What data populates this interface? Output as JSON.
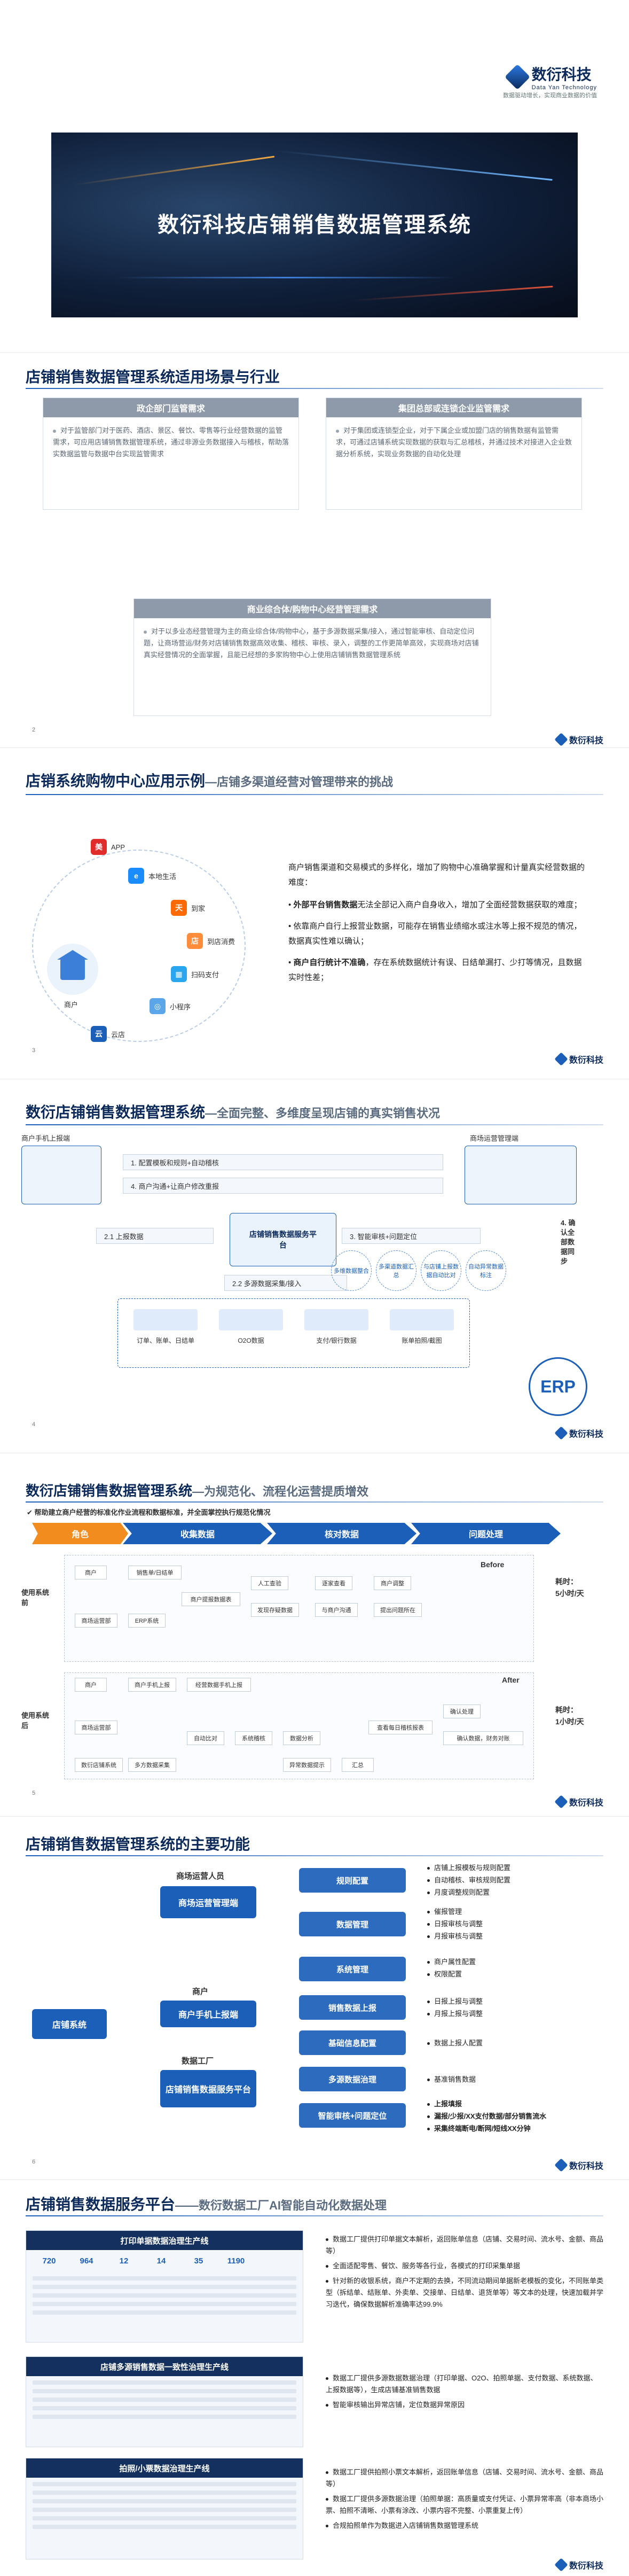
{
  "brand": {
    "name": "数衍科技",
    "en": "Data Yan Technology",
    "slogan": "数据驱动增长，实现商业数据的价值",
    "footer_name": "数衍科技"
  },
  "cover": {
    "title": "数衍科技店铺销售数据管理系统"
  },
  "s2": {
    "title": "店铺销售数据管理系统适用场景与行业",
    "page": "2",
    "cards": [
      {
        "head": "政企部门监管需求",
        "body": "对于监管部门对于医药、酒店、景区、餐饮、零售等行业经营数据的监管需求，可应用店铺销售数据管理系统，通过非源业务数据接入与稽核，帮助落实数据监管与数据中台实现监管需求"
      },
      {
        "head": "集团总部或连锁企业监管需求",
        "body": "对于集团或连锁型企业，对于下属企业或加盟门店的销售数据有监管需求，可通过店铺系统实现数据的获取与汇总稽核，并通过技术对接进入企业数据分析系统，实现业务数据的自动化处理"
      },
      {
        "head": "商业综合体/购物中心经营管理需求",
        "body": "对于以多业态经营管理为主的商业综合体/购物中心，基于多源数据采集/接入，通过智能审核、自动定位问题，让商场营运/财务对店铺销售数据高效收集、稽核、审核、录入，调整的工作更简单高效，实现商场对店铺真实经营情况的全面掌握，且能已经想的多家购物中心上使用店铺销售数据管理系统"
      }
    ]
  },
  "s3": {
    "title": "店销系统购物中心应用示例",
    "subtitle": "—店铺多渠道经营对管理带来的挑战",
    "page": "3",
    "store_label": "商户",
    "apps": [
      "APP",
      "本地生活",
      "到家",
      "到店消费",
      "扫码支付",
      "小程序",
      "云店"
    ],
    "intro": "商户销售渠道和交易模式的多样化，增加了购物中心准确掌握和计量真实经营数据的难度：",
    "points": [
      {
        "bold": "外部平台销售数据",
        "rest": "无法全部记入商户自身收入，增加了全面经营数据获取的难度；"
      },
      {
        "bold": "",
        "rest": "依靠商户自行上报营业数据，可能存在销售业绩缩水或注水等上报不规范的情况，数据真实性难以确认；"
      },
      {
        "bold": "商户自行统计不准确",
        "rest": "，存在系统数据统计有误、日结单漏打、少打等情况，且数据实时性差；"
      }
    ]
  },
  "s4": {
    "title": "数衍店铺销售数据管理系统",
    "subtitle": "—全面完整、多维度呈现店铺的真实销售状况",
    "page": "4",
    "left_label": "商户手机上报端",
    "right_label": "商场运营管理端",
    "flows": [
      "1. 配置模板和规则+自动稽核",
      "4. 商户沟通+让商户修改重报",
      "2.1 上报数据",
      "3. 智能审核+问题定位",
      "2.2 多源数据采集/接入"
    ],
    "center": "店铺销售数据服务平台",
    "circles": [
      "多维数据整合",
      "多渠道数据汇总",
      "与店铺上报数据自动比对",
      "自动异常数据标注"
    ],
    "sync": "4. 确认全部数据同步",
    "erp": "ERP",
    "sources": [
      "订单、账单、日结单",
      "O2O数据",
      "支付/银行数据",
      "账单拍照/截图"
    ]
  },
  "s5": {
    "title": "数衍店铺销售数据管理系统",
    "subtitle": "—为规范化、流程化运营提质增效",
    "banner": "帮助建立商户经营的标准化作业流程和数据标准，并全面掌控执行规范化情况",
    "page": "5",
    "chevrons": [
      "角色",
      "收集数据",
      "核对数据",
      "问题处理"
    ],
    "before": "使用系统前",
    "after": "使用系统后",
    "before_tag": "Before",
    "after_tag": "After",
    "before_time_label": "耗时：",
    "before_time": "5小时/天",
    "after_time_label": "耗时：",
    "after_time": "1小时/天",
    "before_nodes": [
      "商户",
      "商场运营部",
      "ERP系统",
      "销售单/日结单",
      "商户提报数据表",
      "人工查验",
      "发现存疑数据",
      "逐家查看",
      "与商户沟通",
      "商户调整",
      "提出问题所在"
    ],
    "after_nodes": [
      "商户",
      "商场运营部",
      "数衍店铺系统",
      "商户手机上报",
      "多方数据采集",
      "经营数据手机上报",
      "自动比对",
      "系统稽核",
      "数据分析",
      "异常数据提示",
      "查看每日稽核报表",
      "确认处理",
      "汇总",
      "确认数据，财务对账"
    ]
  },
  "s6": {
    "title": "店铺销售数据管理系统的主要功能",
    "page": "6",
    "root": "店铺系统",
    "roles": [
      "商场运营人员",
      "商户",
      "数据工厂"
    ],
    "modules": [
      "商场运营管理端",
      "商户手机上报端",
      "店铺销售数据服务平台"
    ],
    "funcs": [
      {
        "name": "规则配置",
        "items": [
          "店铺上报模板与规则配置",
          "自动稽核、审核规则配置",
          "月度调整规则配置"
        ]
      },
      {
        "name": "数据管理",
        "items": [
          "催报管理",
          "日报审核与调整",
          "月报审核与调整"
        ]
      },
      {
        "name": "系统管理",
        "items": [
          "商户属性配置",
          "权限配置"
        ]
      },
      {
        "name": "销售数据上报",
        "items": [
          "日报上报与调整",
          "月报上报与调整"
        ]
      },
      {
        "name": "基础信息配置",
        "items": [
          "数据上报人配置"
        ]
      },
      {
        "name": "多源数据治理",
        "items": [
          "基准销售数据"
        ]
      },
      {
        "name": "智能审核+问题定位",
        "items": [
          "上报填报",
          "漏报/少报/XX支付数据/部分销售流水",
          "采集终端断电/断网/短线XX分钟"
        ]
      }
    ]
  },
  "s7": {
    "title": "店铺销售数据服务平台",
    "subtitle": "——数衍数据工厂AI智能自动化数据处理",
    "dashboards": [
      "打印单据数据治理生产线",
      "店铺多源销售数据一致性治理生产线",
      "拍照/小票数据治理生产线"
    ],
    "kpis": [
      "720",
      "964",
      "12",
      "14",
      "35",
      "1190"
    ],
    "list_a": [
      "数据工厂提供打印单据文本解析，返回账单信息（店铺、交易时间、流水号、金额、商品等）",
      "全面适配零售、餐饮、服务等各行业，各模式的打印采集单据",
      "针对新的收银系统，商户不定期的去换，不同流动期间单据新老模板的变化，不同账单类型（拆结单、结账单、外卖单、交接单、日结单、退货单等）等文本的处理，快速加载并学习迭代，确保数据解析准确率达99.9%"
    ],
    "list_b": [
      "数据工厂提供多源数据数据治理（打印单据、O2O、拍照单据、支付数据、系统数据、上报数据等），生成店铺基准销售数据",
      "智能审核输出异常店铺，定位数据异常原因"
    ],
    "list_c": [
      "数据工厂提供拍照小票文本解析，返回账单信息（店铺、交易时间、流水号、金额、商品等）",
      "数据工厂提供多源数据治理（拍照单据：高质量或支付凭证、小票异常率高（非本商场小票、拍照不清晰、小票有涂改、小票内容不完整、小票重复上传）",
      "合规拍照单作为数据进入店铺销售数据管理系统"
    ]
  }
}
